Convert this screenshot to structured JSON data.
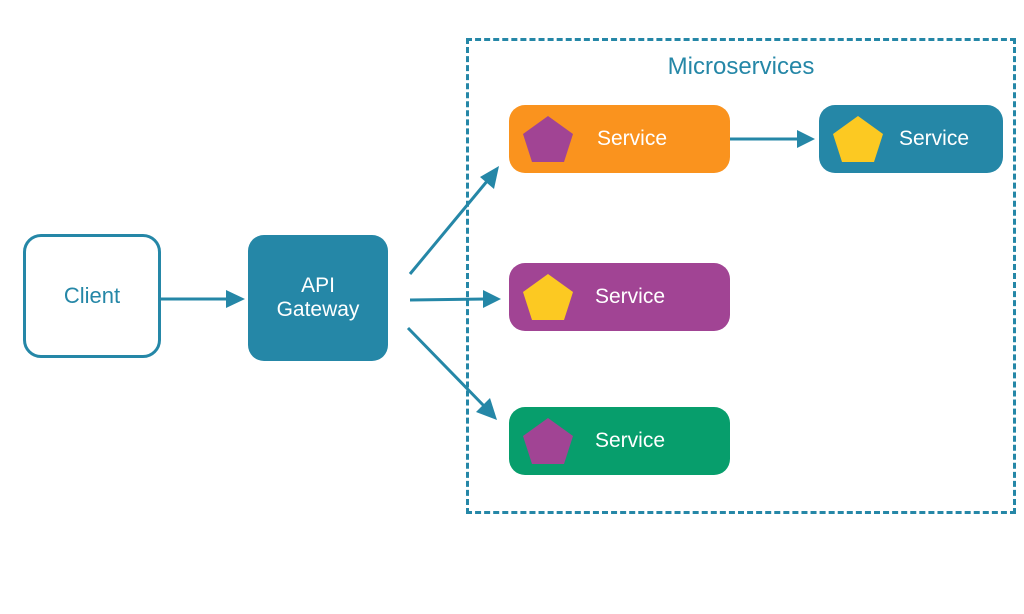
{
  "diagram": {
    "client": {
      "label": "Client"
    },
    "gateway": {
      "label_line1": "API",
      "label_line2": "Gateway"
    },
    "group": {
      "label": "Microservices"
    },
    "services": [
      {
        "id": "svc-orange",
        "label": "Service",
        "bg": "#fa931e",
        "icon_color": "#a14494",
        "icon": "pentagon-icon"
      },
      {
        "id": "svc-blue",
        "label": "Service",
        "bg": "#2587a7",
        "icon_color": "#fcc922",
        "icon": "pentagon-icon"
      },
      {
        "id": "svc-purple",
        "label": "Service",
        "bg": "#a14494",
        "icon_color": "#fcc922",
        "icon": "pentagon-icon"
      },
      {
        "id": "svc-green",
        "label": "Service",
        "bg": "#079e6c",
        "icon_color": "#a14494",
        "icon": "pentagon-icon"
      }
    ],
    "edges": [
      {
        "from": "client",
        "to": "gateway"
      },
      {
        "from": "gateway",
        "to": "svc-orange"
      },
      {
        "from": "gateway",
        "to": "svc-purple"
      },
      {
        "from": "gateway",
        "to": "svc-green"
      },
      {
        "from": "svc-orange",
        "to": "svc-blue"
      }
    ],
    "colors": {
      "accent": "#2587a7"
    }
  }
}
